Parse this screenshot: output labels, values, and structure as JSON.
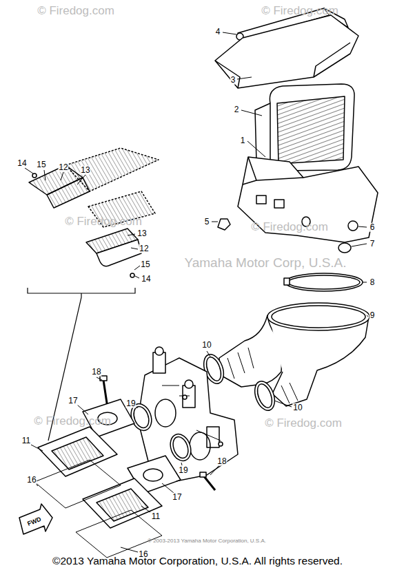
{
  "diagram": {
    "caption": "©2013 Yamaha Motor Corporation, U.S.A. All rights reserved.",
    "labels": [
      "© Firedog.com",
      "© Firedog.com",
      "4",
      "3",
      "2",
      "1",
      "14",
      "15",
      "12",
      "13",
      "© Firedog.com",
      "© Firedog.com",
      "5",
      "6",
      "13",
      "7",
      "12",
      "Yamaha Motor Corp, U.S.A.",
      "15",
      "14",
      "8",
      "9",
      "10",
      "18",
      "17",
      "19",
      "10",
      "© Firedog.com",
      "© Firedog.com",
      "11",
      "19",
      "18",
      "16",
      "17",
      "11",
      "FWD",
      "© 2003-2013 Yamaha Motor Corporation, U.S.A.",
      "16"
    ]
  }
}
